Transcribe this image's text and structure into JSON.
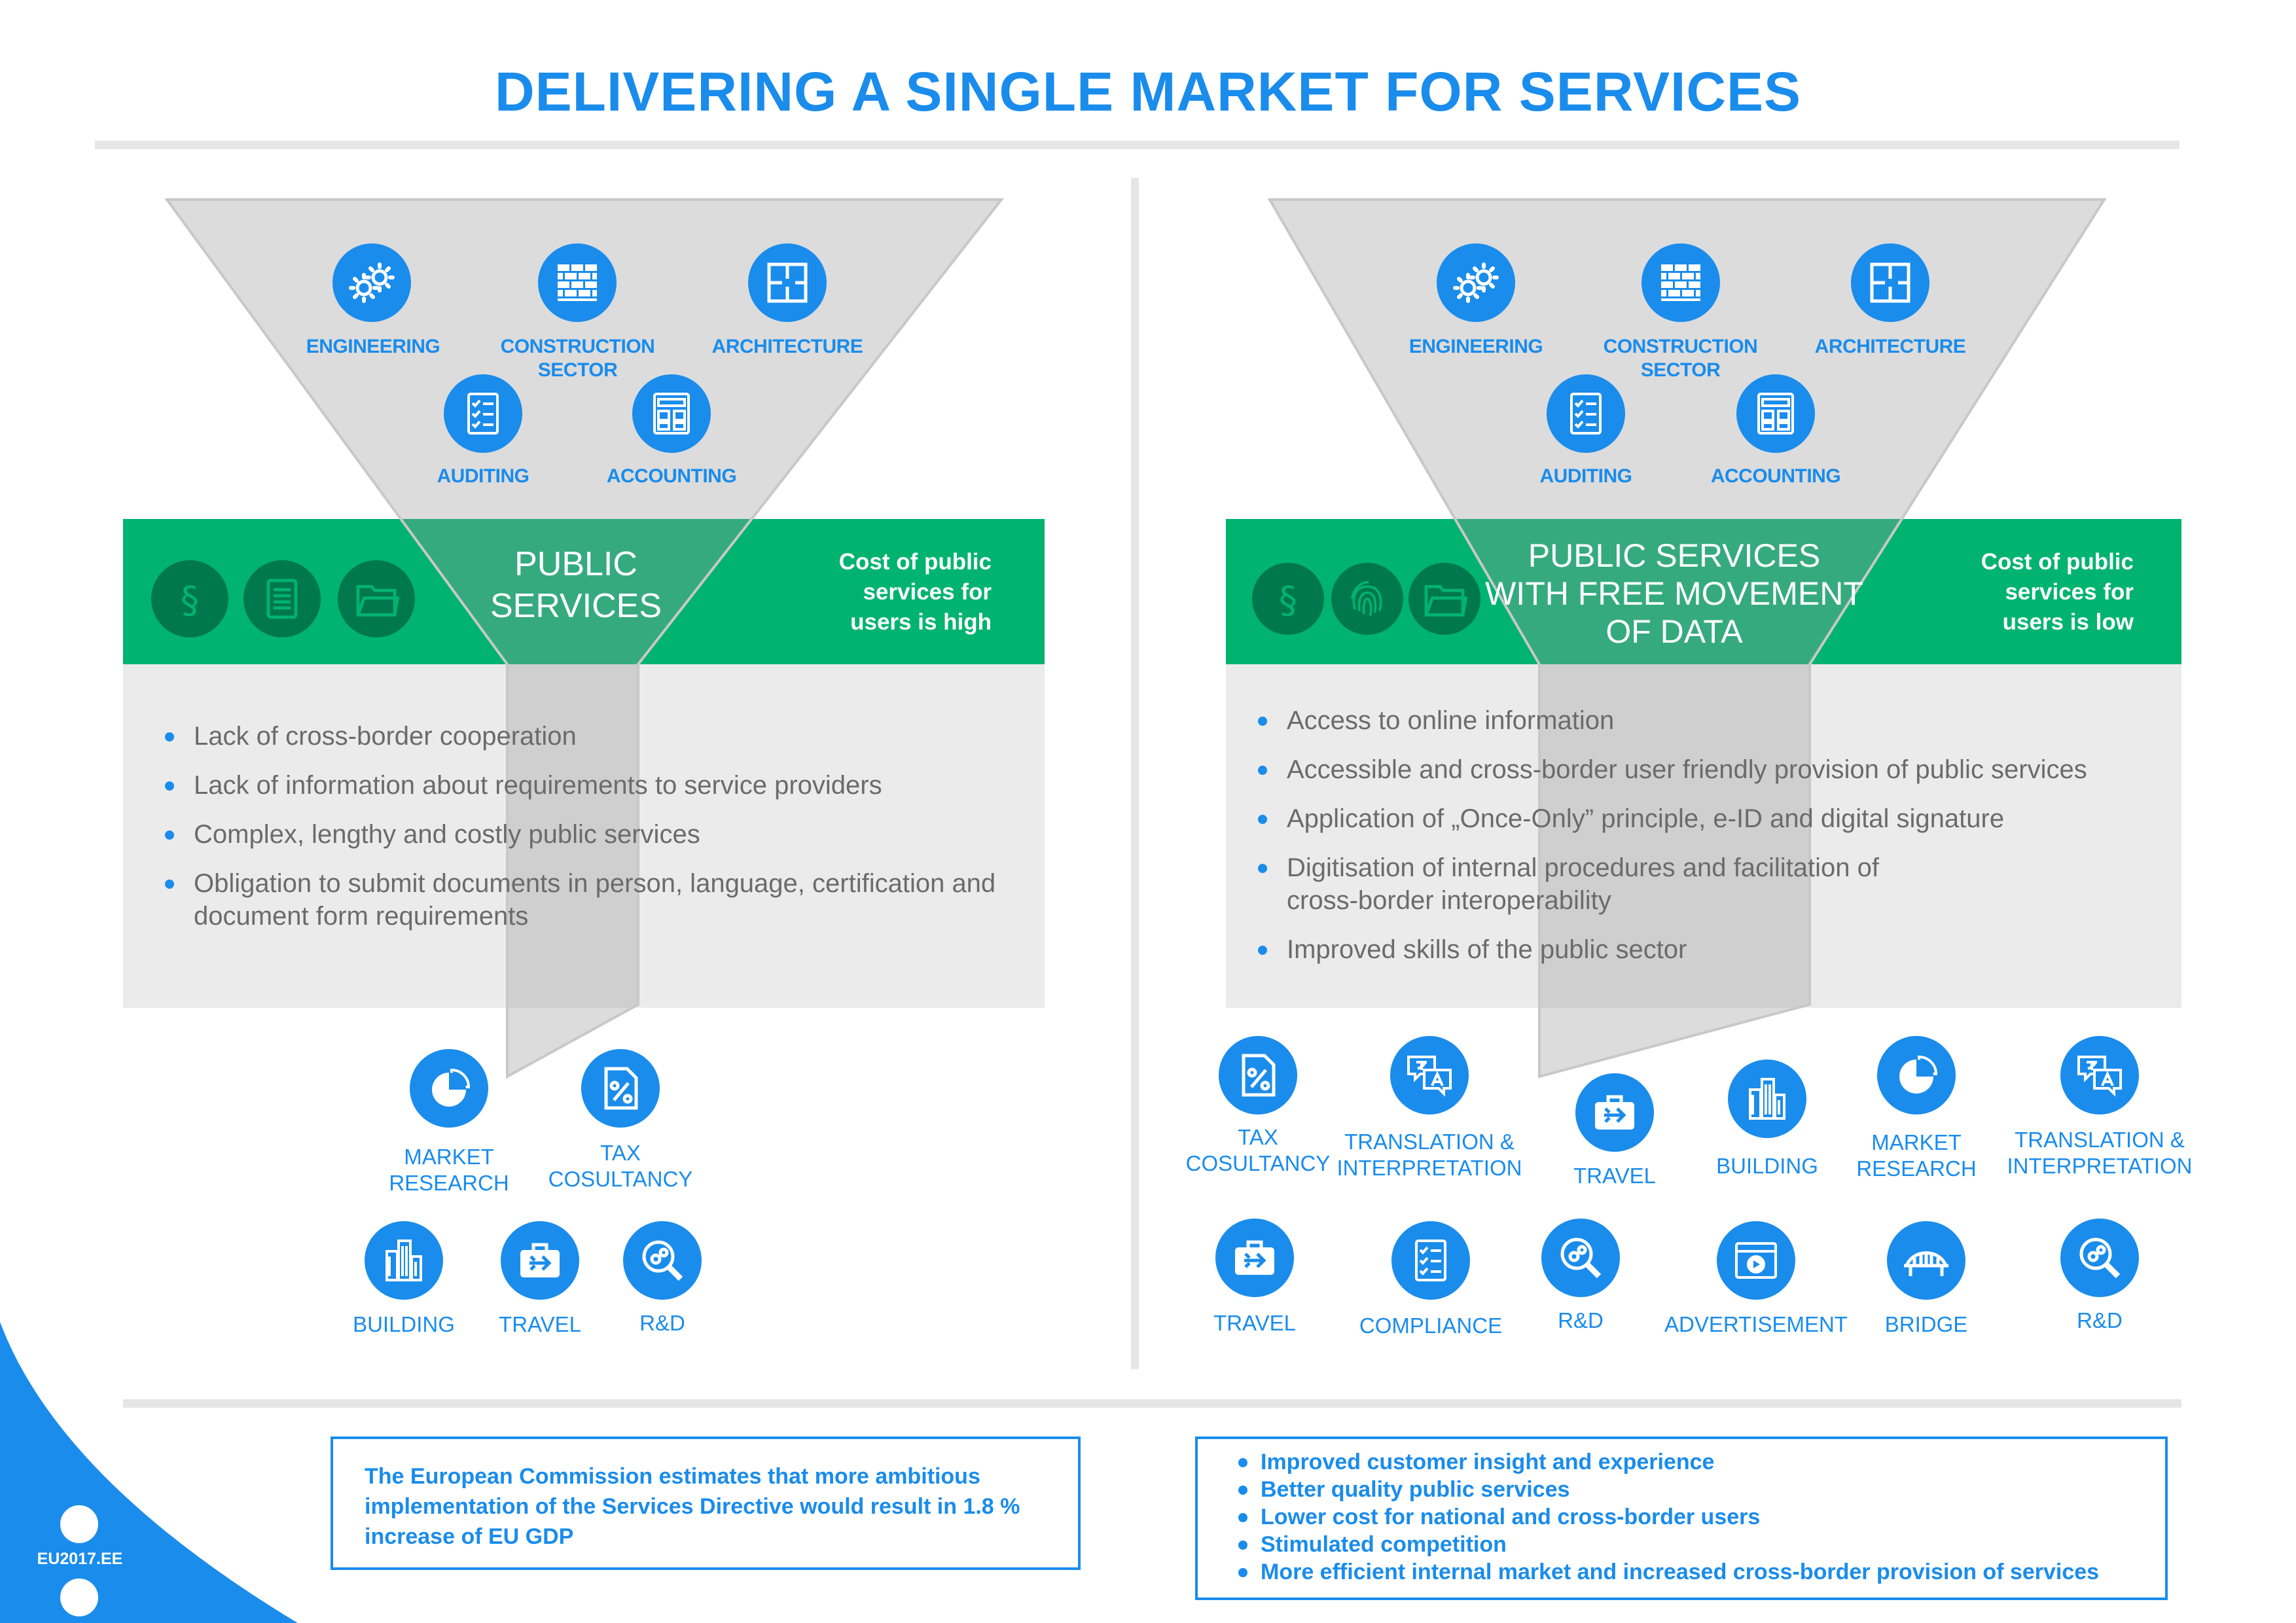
{
  "title": "DELIVERING A SINGLE MARKET FOR SERVICES",
  "colors": {
    "blue": "#1a8cec",
    "green": "#00b371",
    "gray": "#ebebeb"
  },
  "left": {
    "funnel_items": [
      {
        "label": "ENGINEERING",
        "icon": "gears-icon"
      },
      {
        "label": "CONSTRUCTION SECTOR",
        "icon": "brick-wall-icon"
      },
      {
        "label": "ARCHITECTURE",
        "icon": "floor-plan-icon"
      },
      {
        "label": "AUDITING",
        "icon": "checklist-icon"
      },
      {
        "label": "ACCOUNTING",
        "icon": "calculator-icon"
      }
    ],
    "public_services": "PUBLIC SERVICES",
    "cost": "Cost of public services for users is high",
    "green_icons": [
      "paragraph-icon",
      "document-icon",
      "folder-icon"
    ],
    "bullets": [
      "Lack of cross-border cooperation",
      "Lack of information about requirements to service providers",
      "Complex, lengthy and costly public services",
      "Obligation to submit documents in person, language, certification and document form requirements"
    ],
    "outputs": [
      {
        "label": "MARKET RESEARCH",
        "icon": "pie-chart-icon"
      },
      {
        "label": "TAX COSULTANCY",
        "icon": "tax-percent-icon"
      },
      {
        "label": "BUILDING",
        "icon": "building-icon"
      },
      {
        "label": "TRAVEL",
        "icon": "travel-suitcase-icon"
      },
      {
        "label": "R&D",
        "icon": "magnifier-gear-icon"
      }
    ]
  },
  "right": {
    "funnel_items": [
      {
        "label": "ENGINEERING",
        "icon": "gears-icon"
      },
      {
        "label": "CONSTRUCTION SECTOR",
        "icon": "brick-wall-icon"
      },
      {
        "label": "ARCHITECTURE",
        "icon": "floor-plan-icon"
      },
      {
        "label": "AUDITING",
        "icon": "checklist-icon"
      },
      {
        "label": "ACCOUNTING",
        "icon": "calculator-icon"
      }
    ],
    "public_services": "PUBLIC SERVICES WITH FREE MOVEMENT OF DATA",
    "cost": "Cost of public services for users is low",
    "green_icons": [
      "paragraph-icon",
      "fingerprint-icon",
      "folder-icon"
    ],
    "bullets": [
      "Access to online information",
      "Accessible and cross-border user friendly provision of public services",
      "Application of „Once-Only” principle, e-ID and digital signature",
      "Digitisation of internal procedures and facilitation of cross-border interoperability",
      "Improved skills of the public sector"
    ],
    "outputs": [
      {
        "label": "TAX COSULTANCY",
        "icon": "tax-percent-icon"
      },
      {
        "label": "TRANSLATION & INTERPRETATION",
        "icon": "translation-icon"
      },
      {
        "label": "TRAVEL",
        "icon": "travel-suitcase-icon"
      },
      {
        "label": "BUILDING",
        "icon": "building-icon"
      },
      {
        "label": "MARKET RESEARCH",
        "icon": "pie-chart-icon"
      },
      {
        "label": "TRANSLATION & INTERPRETATION",
        "icon": "translation-icon"
      },
      {
        "label": "TRAVEL",
        "icon": "travel-suitcase-icon"
      },
      {
        "label": "COMPLIANCE",
        "icon": "checklist-icon"
      },
      {
        "label": "R&D",
        "icon": "magnifier-gear-icon"
      },
      {
        "label": "ADVERTISEMENT",
        "icon": "video-window-icon"
      },
      {
        "label": "BRIDGE",
        "icon": "bridge-icon"
      },
      {
        "label": "R&D",
        "icon": "magnifier-gear-icon"
      }
    ]
  },
  "footer": {
    "left_text": "The European Commission estimates that more ambitious implementation of the Services Directive would result in 1.8 % increase of EU GDP",
    "right_bullets": [
      "Improved customer insight and experience",
      "Better quality public services",
      "Lower cost for national and cross-border users",
      "Stimulated competition",
      "More efficient internal market and increased cross-border provision of services"
    ]
  },
  "logo": "EU2017.EE"
}
